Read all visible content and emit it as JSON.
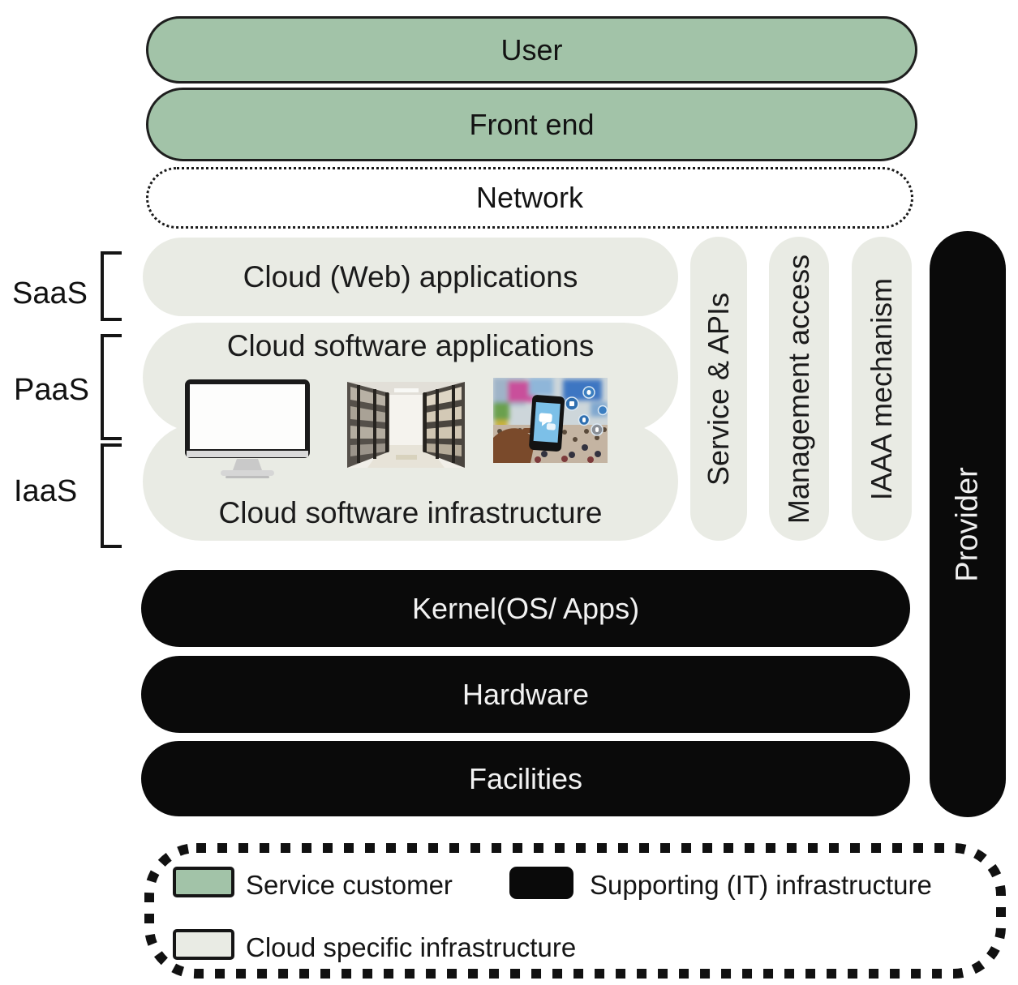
{
  "colors": {
    "service_customer_green": "#a2c3a8",
    "cloud_specific_gray": "#e9ebe4",
    "supporting_it_black": "#0a0a0a"
  },
  "stack": {
    "user": "User",
    "front_end": "Front end",
    "network": "Network",
    "cloud_web_apps": "Cloud (Web) applications",
    "cloud_software_apps": "Cloud software applications",
    "cloud_software_infra": "Cloud software infrastructure",
    "kernel": "Kernel(OS/ Apps)",
    "hardware": "Hardware",
    "facilities": "Facilities"
  },
  "service_models": {
    "saas": "SaaS",
    "paas": "PaaS",
    "iaas": "IaaS"
  },
  "cross_layers": {
    "service_apis": "Service & APIs",
    "management_access": "Management access",
    "iaaa_mechanism": "IAAA mechanism",
    "provider": "Provider"
  },
  "legend": {
    "service_customer": "Service customer",
    "supporting_infrastructure": "Supporting (IT) infrastructure",
    "cloud_specific_infrastructure": "Cloud specific infrastructure"
  },
  "images": {
    "monitor": "desktop-monitor-photo",
    "warehouse": "storage-racks-photo",
    "smartphone": "mobile-social-media-photo"
  }
}
